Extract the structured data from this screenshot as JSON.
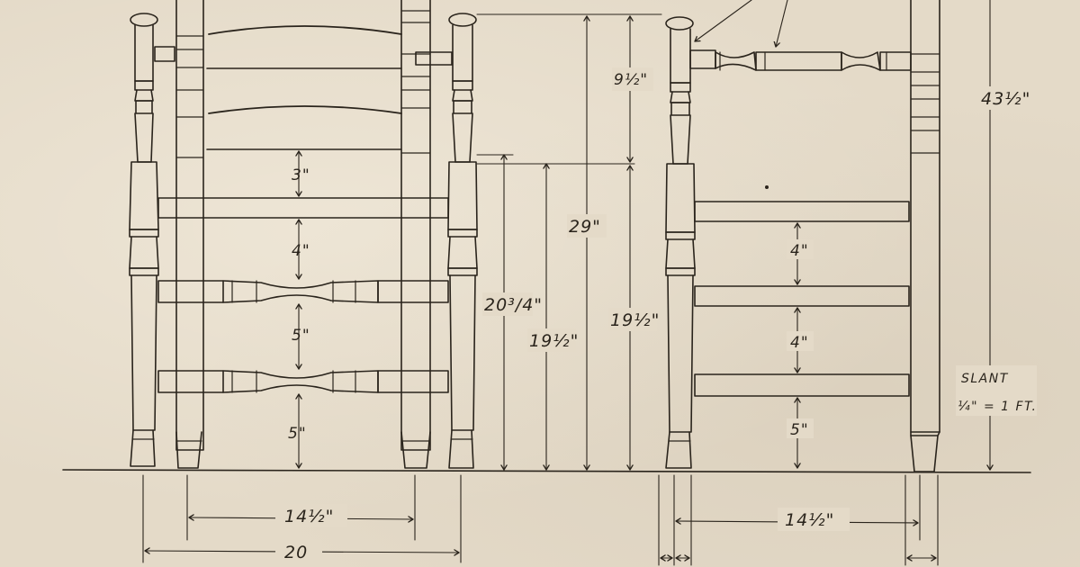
{
  "drawing": {
    "paper_color": "#e4dac8",
    "ink_color": "#2a241c",
    "front_view": {
      "dimensions": {
        "slat_gap": "3\"",
        "rung_gap_upper": "4\"",
        "rung_gap_middle": "5\"",
        "rung_gap_lower": "5\"",
        "seat_height_front": "20³/4\"",
        "seat_height_back": "19½\"",
        "inner_width": "14½\"",
        "outer_width": "20"
      }
    },
    "center_dimensions": {
      "back_top": "9½\"",
      "arm_height": "29\"",
      "seat_height": "19½\""
    },
    "side_view": {
      "dimensions": {
        "rung_gap_upper": "4\"",
        "rung_gap_middle": "4\"",
        "rung_gap_lower": "5\"",
        "overall_height": "43½\"",
        "depth": "14½\""
      },
      "notes": {
        "slant_label": "SLANT",
        "slant_ratio": "¼\" = 1 FT."
      }
    }
  }
}
